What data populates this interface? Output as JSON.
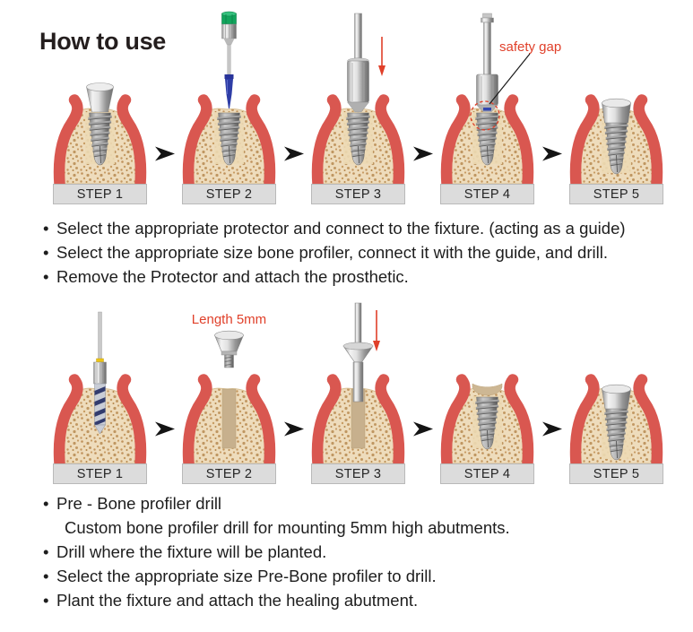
{
  "title": "How to use",
  "row1": {
    "steps": [
      "STEP 1",
      "STEP 2",
      "STEP 3",
      "STEP 4",
      "STEP 5"
    ],
    "safety_gap_label": "safety gap",
    "bullets": [
      "Select the appropriate protector and connect to the fixture. (acting as a guide)",
      "Select the appropriate size bone profiler, connect it with the guide, and drill.",
      "Remove the Protector and attach the prosthetic."
    ]
  },
  "row2": {
    "steps": [
      "STEP 1",
      "STEP 2",
      "STEP 3",
      "STEP 4",
      "STEP 5"
    ],
    "length_label": "Length 5mm",
    "bullets": [
      "Pre - Bone profiler drill",
      "Custom bone profiler drill for mounting 5mm high abutments.",
      "Drill where the fixture will be planted.",
      "Select the appropriate size Pre-Bone profiler to drill.",
      "Plant the fixture and attach the healing abutment."
    ]
  },
  "colors": {
    "accent_red": "#e0402a",
    "gum_red": "#d95750",
    "bone_tan": "#eedcbc",
    "bone_dot_brown": "#b3854a",
    "drill_channel_tan": "#c7b08d",
    "protector_blue": "#2e3da6",
    "driver_cap_green": "#12a45c",
    "step_bar_gray": "#dcdcdc",
    "arrow_black": "#141414"
  }
}
